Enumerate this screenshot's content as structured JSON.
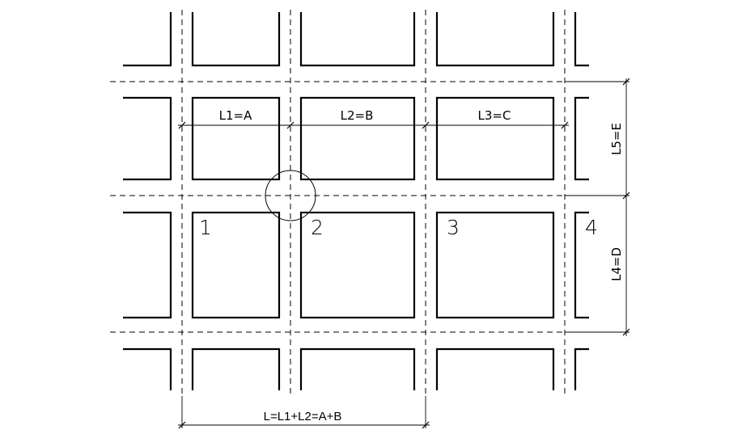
{
  "dimensions": {
    "l1": "L1=A",
    "l2": "L2=B",
    "l3": "L3=C",
    "l5": "L5=E",
    "l4": "L4=D",
    "total": "L=L1+L2=A+B"
  },
  "panels": [
    "1",
    "2",
    "3",
    "4"
  ]
}
